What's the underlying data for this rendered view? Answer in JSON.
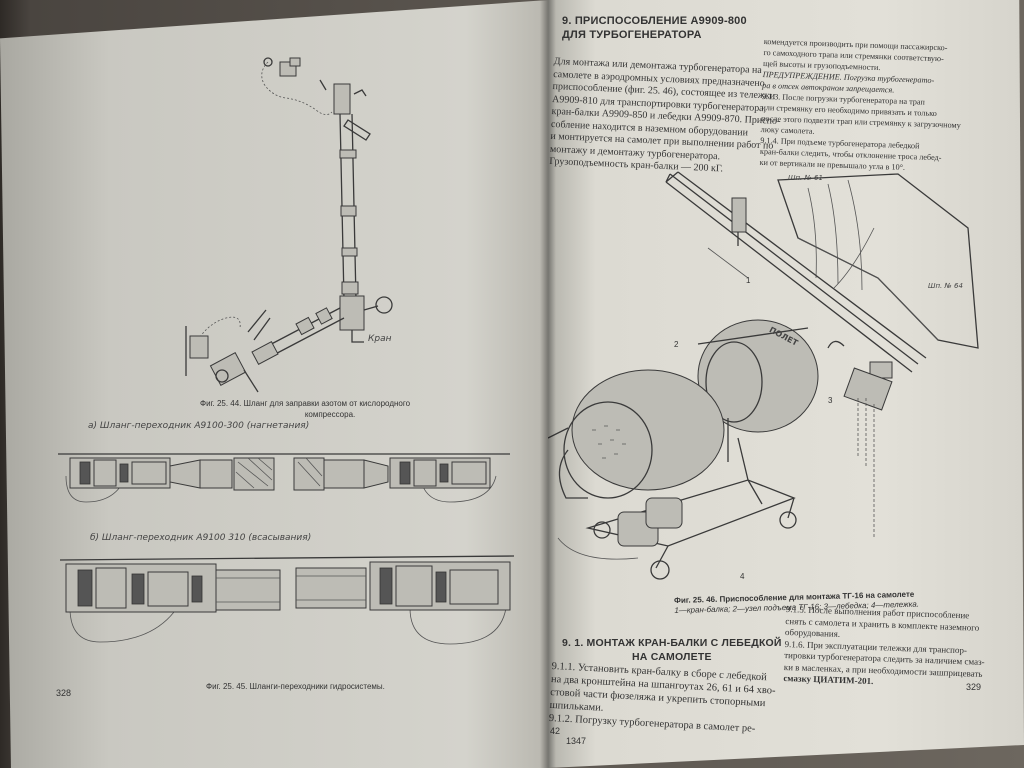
{
  "left_page": {
    "fig44_caption": [
      "Фиг. 25. 44. Шланг для заправки азотом от кислородного",
      "компрессора."
    ],
    "fig44_label_kran": "Кран",
    "hose_a_label": "а) Шланг-переходник А9100-300 (нагнетания)",
    "hose_b_label": "б) Шланг-переходник А9100 310 (всасывания)",
    "fig45_caption": "Фиг. 25. 45. Шланги-переходники гидросистемы.",
    "page_number": "328"
  },
  "right_page": {
    "section_title": [
      "9. ПРИСПОСОБЛЕНИЕ А9909-800",
      "ДЛЯ ТУРБОГЕНЕРАТОРА"
    ],
    "col1_lines": [
      "Для монтажа или демонтажа турбогенератора на",
      "самолете в аэродромных условиях предназначено",
      "приспособление (фиг. 25. 46), состоящее из тележки",
      "А9909-810 для транспортировки турбогенератора,",
      "кран-балки А9909-850 и лебедки А9909-870. Приспо-",
      "собление находится в наземном оборудовании",
      "и монтируется на самолет при выполнении работ по",
      "монтажу и демонтажу турбогенератора.",
      "Грузоподъемность кран-балки — 200 кГ."
    ],
    "col2_lines": [
      "комендуется производить при помощи пассажирско-",
      "го самоходного трапа или стремянки соответствую-",
      "щей высоты и грузоподъемности.",
      "ПРЕДУПРЕЖДЕНИЕ. Погрузка турбогенерато-",
      "ра в отсек автокраном запрещается.",
      "9.1.3. После погрузки турбогенератора на трап",
      "или стремянку его необходимо привязать и только",
      "после этого подвезти трап или стремянку к загрузочному",
      "люку самолета.",
      "9.1.4. При подъеме турбогенератора лебедкой",
      "кран-балки следить, чтобы отклонение троса лебед-",
      "ки от вертикали не превышало угла в 10°."
    ],
    "drawing_labels": {
      "shp1": "Шп. № 61",
      "shp2": "Шп. № 64",
      "polet": "ПОЛЕТ",
      "n1": "1",
      "n2": "2",
      "n3": "3",
      "n4": "4"
    },
    "fig46_caption": [
      "Фиг. 25. 46. Приспособление для монтажа ТГ-16 на самолете",
      "1—кран-балка; 2—узел подъема ТГ-16; 3—лебедка; 4—тележка."
    ],
    "section2_title": [
      "9. 1. МОНТАЖ КРАН-БАЛКИ С ЛЕБЕДКОЙ",
      "НА САМОЛЕТЕ"
    ],
    "col3_lines": [
      "9.1.1. Установить кран-балку в сборе с лебедкой",
      "на два кронштейна на шпангоутах 26, 61 и 64 хво-",
      "стовой части фюзеляжа и укрепить стопорными",
      "шпильками.",
      "9.1.2. Погрузку турбогенератора в самолет ре-"
    ],
    "col4_lines": [
      "9.1.5. После выполнения работ приспособление",
      "снять с самолета и хранить в комплекте наземного",
      "оборудования.",
      "9.1.6. При эксплуатации тележки для транспор-",
      "тировки турбогенератора следить за наличием смаз-",
      "ки в масленках, а при необходимости зашприцевать",
      "смазку ЦИАТИМ-201."
    ],
    "page_number": "329",
    "footer_left": "42",
    "footer_code": "1347"
  }
}
